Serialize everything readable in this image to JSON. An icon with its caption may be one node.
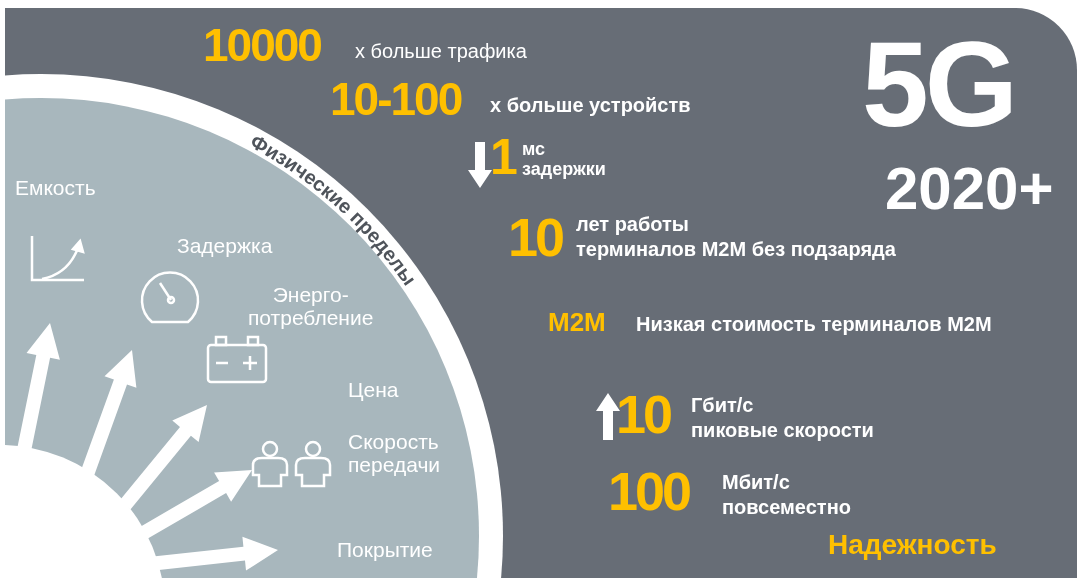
{
  "diagram": {
    "title": "5G",
    "labels": [
      "10000",
      "х больше трафика",
      "10-100",
      "х больше устройств",
      "1",
      "мс задержки",
      "2020+",
      "Емкость",
      "Физические пределы",
      "10",
      "лет работы терминалов M2M без подзаряда",
      "Задержка",
      "Энерго- потребление",
      "M2M",
      "Низкая стоимость терминалов M2M",
      "Цена",
      "10",
      "Гбит/с пиковые скорости",
      "Скорость передачи",
      "100",
      "Мбит/с повсеместно",
      "Покрытие",
      "Надежность"
    ]
  }
}
